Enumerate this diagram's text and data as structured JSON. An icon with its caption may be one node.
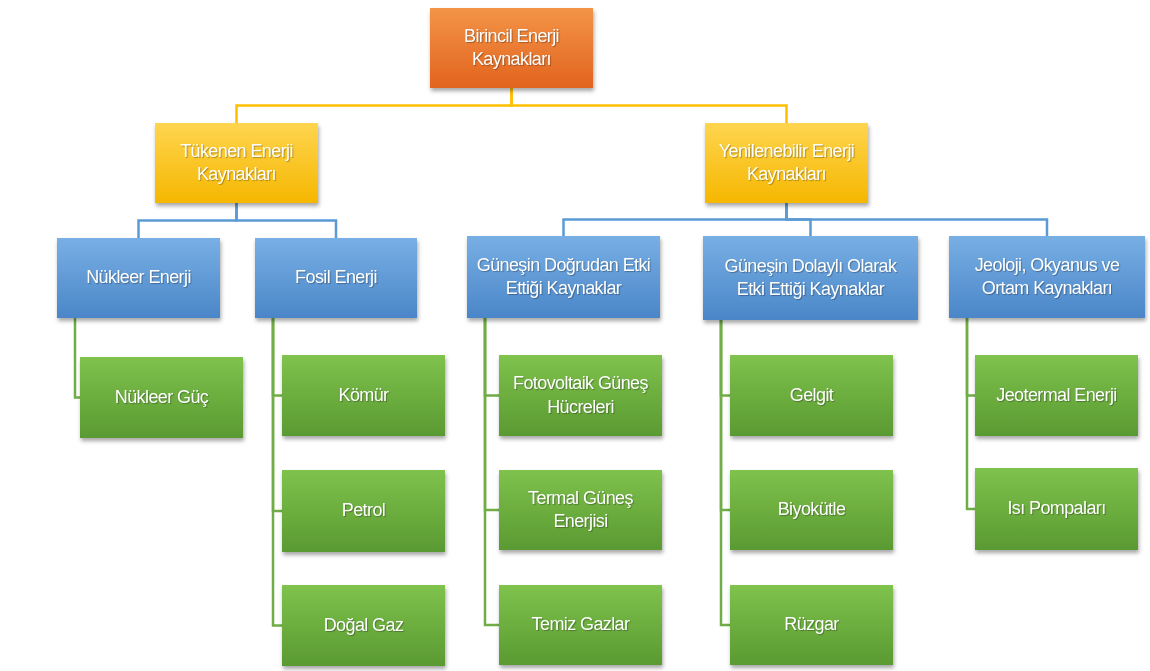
{
  "diagram": {
    "nodes": [
      {
        "text": [
          "Birincil Enerji Kaynakları"
        ]
      },
      {
        "text": [
          "Tükenen Enerji Kaynakları"
        ]
      },
      {
        "text": [
          "Yenilenebilir Enerji Kaynakları"
        ]
      },
      {
        "text": [
          "Nükleer Enerji"
        ]
      },
      {
        "text": [
          "Fosil Enerji"
        ]
      },
      {
        "text": [
          "Güneşin Doğrudan Etki Ettiği Kaynaklar"
        ]
      },
      {
        "text": [
          "Güneşin Dolaylı Olarak Etki Ettiği Kaynaklar"
        ]
      },
      {
        "text": [
          "Jeoloji, Okyanus ve Ortam Kaynakları"
        ]
      },
      {
        "text": [
          "Nükleer Güç"
        ]
      },
      {
        "text": [
          "Kömür"
        ]
      },
      {
        "text": [
          "Petrol"
        ]
      },
      {
        "text": [
          "Doğal Gaz"
        ]
      },
      {
        "text": [
          "Fotovoltaik Güneş Hücreleri"
        ]
      },
      {
        "text": [
          "Termal Güneş Enerjisi"
        ]
      },
      {
        "text": [
          "Temiz Gazlar"
        ]
      },
      {
        "text": [
          "Gelgit"
        ]
      },
      {
        "text": [
          "Biyokütle"
        ]
      },
      {
        "text": [
          "Rüzgar"
        ]
      },
      {
        "text": [
          "Jeotermal Enerji"
        ]
      },
      {
        "text": [
          "Isı Pompaları"
        ]
      }
    ],
    "edges": [
      {
        "from": 0,
        "to": 1,
        "arrow": "none",
        "color": "#ffc000"
      },
      {
        "from": 0,
        "to": 2,
        "arrow": "none",
        "color": "#ffc000"
      },
      {
        "from": 1,
        "to": 3,
        "arrow": "none",
        "color": "#5b9bd5"
      },
      {
        "from": 1,
        "to": 4,
        "arrow": "none",
        "color": "#5b9bd5"
      },
      {
        "from": 2,
        "to": 5,
        "arrow": "none",
        "color": "#5b9bd5"
      },
      {
        "from": 2,
        "to": 6,
        "arrow": "none",
        "color": "#5b9bd5"
      },
      {
        "from": 2,
        "to": 7,
        "arrow": "none",
        "color": "#5b9bd5"
      },
      {
        "from": 3,
        "to": 8,
        "arrow": "none"
      },
      {
        "from": 4,
        "to": 9,
        "arrow": "none"
      },
      {
        "from": 4,
        "to": 10,
        "arrow": "none"
      },
      {
        "from": 4,
        "to": 11,
        "arrow": "none"
      },
      {
        "from": 5,
        "to": 12,
        "arrow": "none"
      },
      {
        "from": 5,
        "to": 13,
        "arrow": "none"
      },
      {
        "from": 5,
        "to": 14,
        "arrow": "none"
      },
      {
        "from": 6,
        "to": 15,
        "arrow": "none"
      },
      {
        "from": 6,
        "to": 16,
        "arrow": "none"
      },
      {
        "from": 6,
        "to": 17,
        "arrow": "none"
      },
      {
        "from": 7,
        "to": 18,
        "arrow": "none"
      },
      {
        "from": 7,
        "to": 19,
        "arrow": "none"
      }
    ]
  }
}
